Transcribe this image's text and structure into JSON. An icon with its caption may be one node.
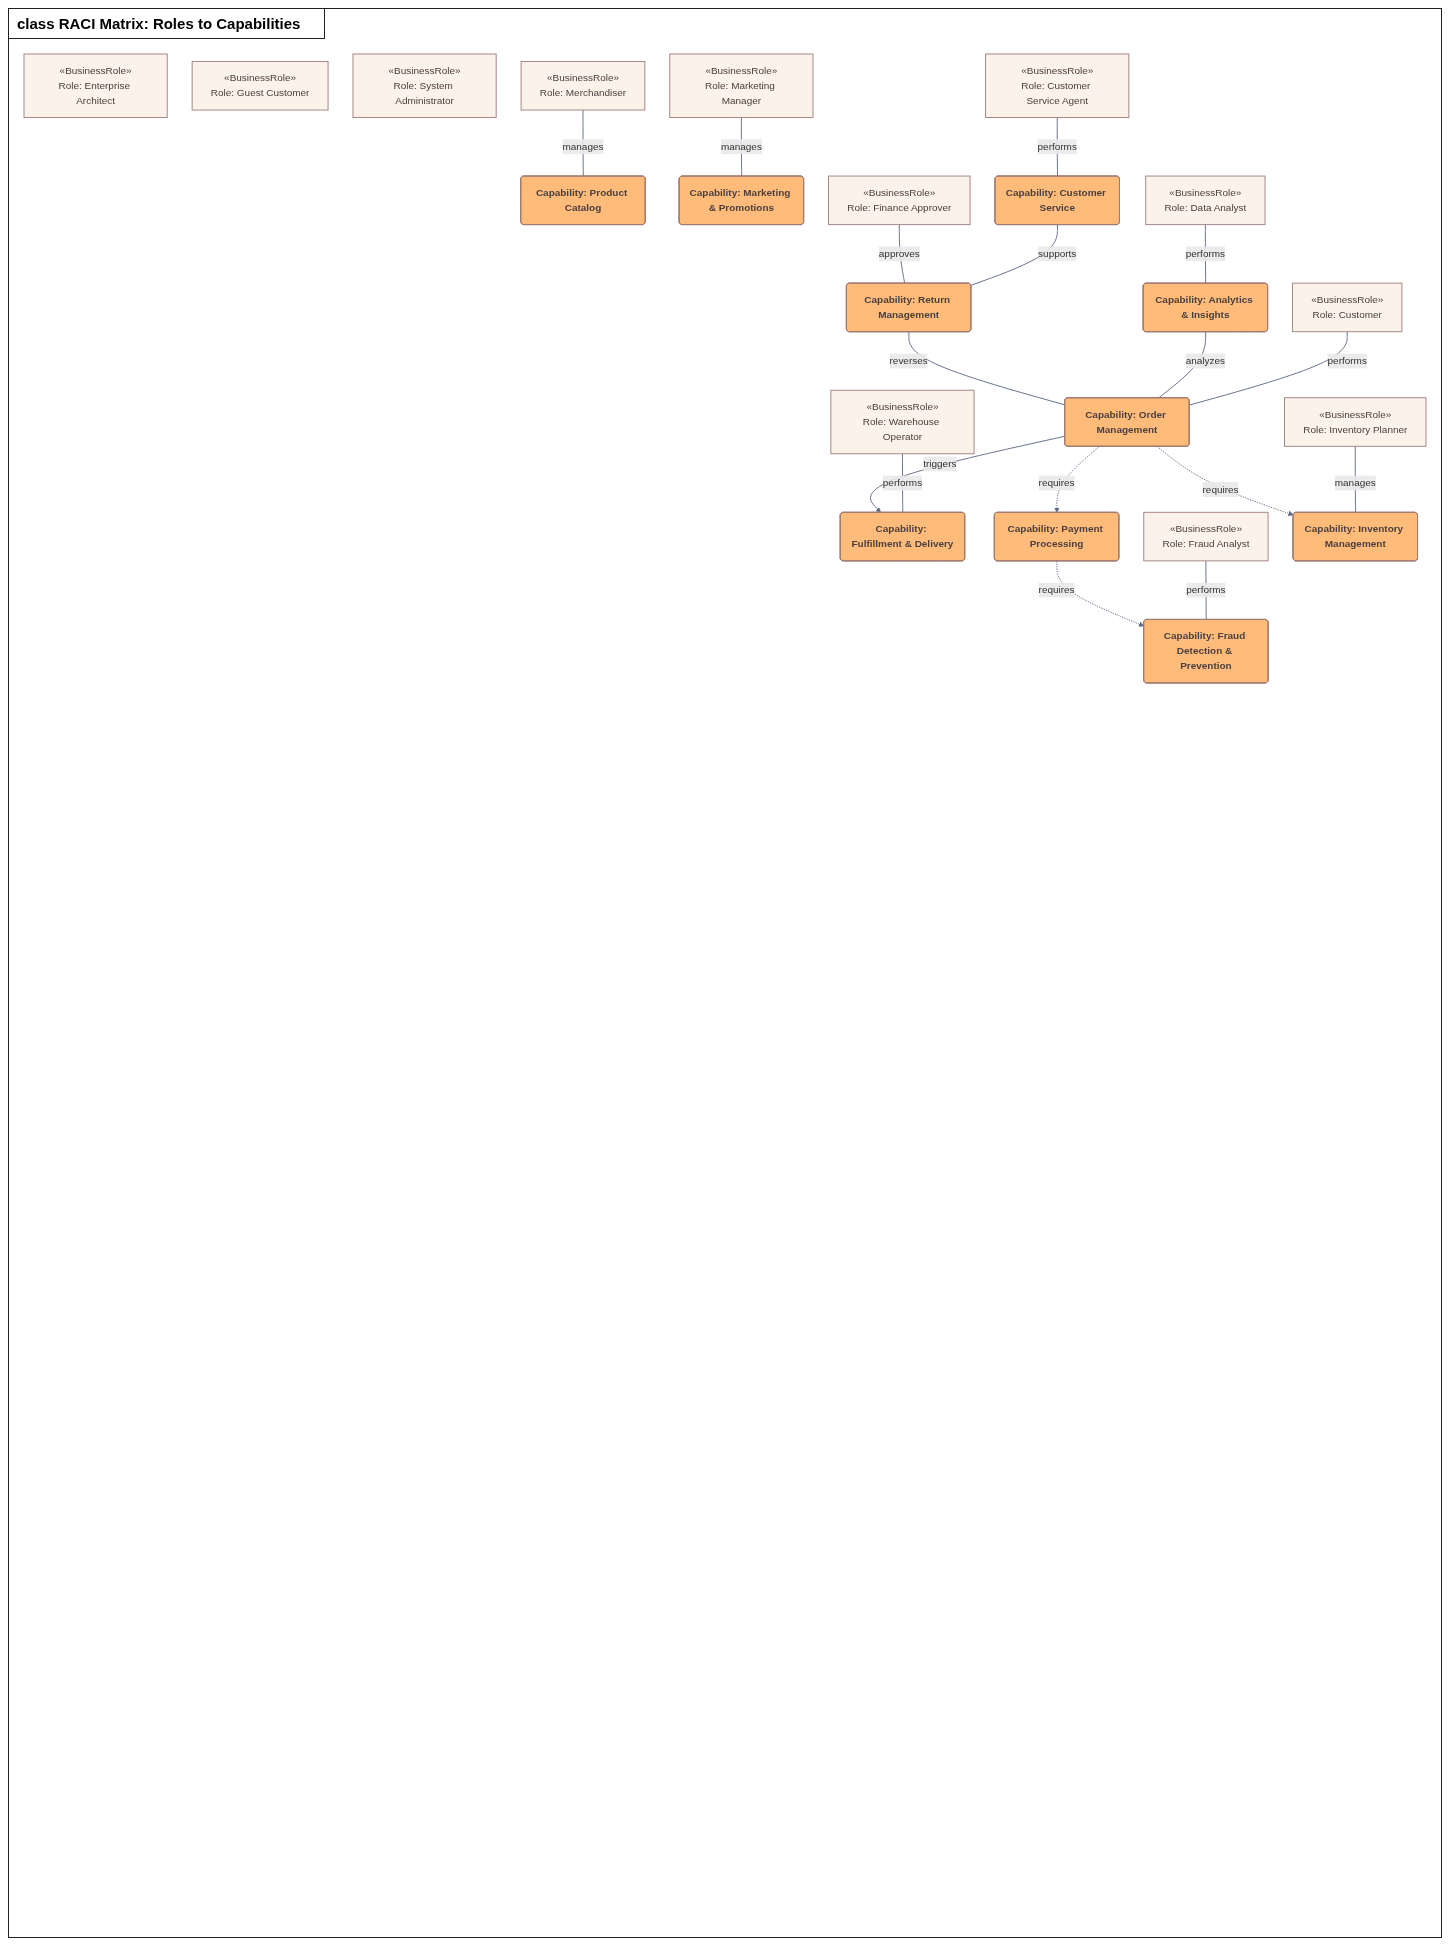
{
  "diagram": {
    "title": "class RACI Matrix: Roles to Capabilities",
    "nodes": [
      {
        "text": [
          "Capability: Fraud Detection & Prevention"
        ]
      },
      {
        "text": [
          "Capability: Product Catalog"
        ]
      },
      {
        "text": [
          "Capability: Marketing & Promotions"
        ]
      },
      {
        "text": [
          "«BusinessRole»",
          "Role: Enterprise Architect"
        ]
      },
      {
        "text": [
          "«BusinessRole»",
          "Role: Guest Customer"
        ]
      },
      {
        "text": [
          "«BusinessRole»",
          "Role: System Administrator"
        ]
      },
      {
        "text": [
          "Capability: Fulfillment & Delivery"
        ]
      },
      {
        "text": [
          "Capability: Payment Processing"
        ]
      },
      {
        "text": [
          "«BusinessRole»",
          "Role: Fraud Analyst"
        ]
      },
      {
        "text": [
          "«BusinessRole»",
          "Role: Merchandiser"
        ]
      },
      {
        "text": [
          "Capability: Inventory Management"
        ]
      },
      {
        "text": [
          "«BusinessRole»",
          "Role: Marketing Manager"
        ]
      },
      {
        "text": [
          "Capability: Order Management"
        ]
      },
      {
        "text": [
          "«BusinessRole»",
          "Role: Warehouse Operator"
        ]
      },
      {
        "text": [
          "«BusinessRole»",
          "Role: Inventory Planner"
        ]
      },
      {
        "text": [
          "Capability: Return Management"
        ]
      },
      {
        "text": [
          "«BusinessRole»",
          "Role: Customer"
        ]
      },
      {
        "text": [
          "Capability: Analytics & Insights"
        ]
      },
      {
        "text": [
          "Capability: Customer Service"
        ]
      },
      {
        "text": [
          "«BusinessRole»",
          "Role: Finance Approver"
        ]
      },
      {
        "text": [
          "«BusinessRole»",
          "Role: Data Analyst"
        ]
      },
      {
        "text": [
          "«BusinessRole»",
          "Role: Customer Service Agent"
        ]
      }
    ],
    "edges": [
      {
        "from": 7,
        "to": 0,
        "arrow": "to",
        "label": "requires",
        "style": "dashed"
      },
      {
        "from": 8,
        "to": 0,
        "arrow": "none",
        "label": "performs"
      },
      {
        "from": 9,
        "to": 1,
        "arrow": "none",
        "label": "manages"
      },
      {
        "from": 11,
        "to": 2,
        "arrow": "none",
        "label": "manages"
      },
      {
        "from": 12,
        "to": 6,
        "arrow": "to",
        "label": "triggers"
      },
      {
        "from": 12,
        "to": 7,
        "arrow": "to",
        "label": "requires",
        "style": "dashed"
      },
      {
        "from": 12,
        "to": 10,
        "arrow": "to",
        "label": "requires",
        "style": "dashed"
      },
      {
        "from": 13,
        "to": 6,
        "arrow": "none",
        "label": "performs"
      },
      {
        "from": 14,
        "to": 10,
        "arrow": "none",
        "label": "manages"
      },
      {
        "from": 15,
        "to": 12,
        "arrow": "none",
        "label": "reverses"
      },
      {
        "from": 17,
        "to": 12,
        "arrow": "none",
        "label": "analyzes"
      },
      {
        "from": 16,
        "to": 12,
        "arrow": "none",
        "label": "performs"
      },
      {
        "from": 19,
        "to": 15,
        "arrow": "none",
        "label": "approves"
      },
      {
        "from": 18,
        "to": 15,
        "arrow": "none",
        "label": "supports"
      },
      {
        "from": 21,
        "to": 18,
        "arrow": "none",
        "label": "performs"
      },
      {
        "from": 20,
        "to": 17,
        "arrow": "none",
        "label": "performs"
      }
    ]
  }
}
